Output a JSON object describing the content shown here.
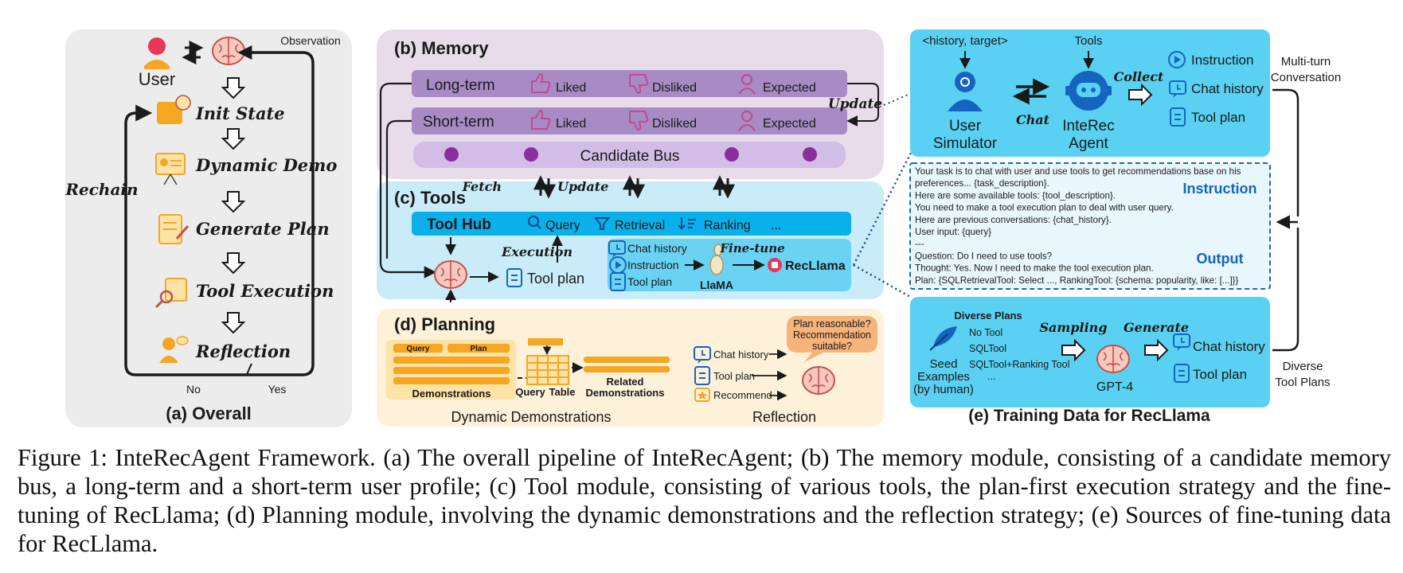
{
  "panel_a": {
    "title": "(a)  Overall",
    "user": "User",
    "observation": "Observation",
    "rechain": "Rechain",
    "steps": [
      "Init State",
      "Dynamic Demo",
      "Generate Plan",
      "Tool Execution",
      "Reflection"
    ],
    "no": "No",
    "yes": "Yes"
  },
  "panel_b": {
    "title": "(b) Memory",
    "long_term": "Long-term",
    "short_term": "Short-term",
    "liked": "Liked",
    "disliked": "Disliked",
    "expected": "Expected",
    "candidate_bus": "Candidate Bus",
    "update": "Update"
  },
  "panel_c": {
    "title": "(c) Tools",
    "fetch": "Fetch",
    "update": "Update",
    "tool_hub": "Tool Hub",
    "tools": [
      "Query",
      "Retrieval",
      "Ranking",
      "..."
    ],
    "execution": "Execution",
    "tool_plan": "Tool plan",
    "chat_history": "Chat history",
    "instruction": "Instruction",
    "tool_plan_small": "Tool plan",
    "finetune": "Fine-tune",
    "llama": "LlaMA",
    "recllama": "RecLlama"
  },
  "panel_d": {
    "title": "(d) Planning",
    "query_col": "Query",
    "plan_col": "Plan",
    "demonstrations": "Demonstrations",
    "query": "Query",
    "table": "Table",
    "related": "Related",
    "related2": "Demonstrations",
    "dynamic_demos": "Dynamic Demonstrations",
    "reflection": "Reflection",
    "plan_q1": "Plan reasonable?",
    "plan_q2": "Recommendation",
    "plan_q3": "suitable?",
    "inputs": [
      "Chat history",
      "Tool plan",
      "Recommend"
    ]
  },
  "panel_e": {
    "title": "(e) Training Data for RecLlama",
    "history_target": "<history, target>",
    "tools": "Tools",
    "collect": "Collect",
    "chat": "Chat",
    "user_sim1": "User",
    "user_sim2": "Simulator",
    "agent1": "InteRec",
    "agent2": "Agent",
    "outputs": [
      "Instruction",
      "Chat history",
      "Tool plan"
    ],
    "multi_turn1": "Multi-turn",
    "multi_turn2": "Conversation",
    "prompt_lines": [
      "Your task is to chat with user and use tools to get recommendations base on his",
      "preferences... {task_description}.",
      "Here are some available tools: {tool_description}.",
      "You need to make a tool execution plan to deal with user query.",
      "Here are previous conversations: {chat_history}.",
      "User input: {query}",
      "---",
      "Question: Do I need to use tools?",
      "Thought: Yes. Now I need to make the tool execution plan.",
      "Plan: {SQLRetrievalTool: Select ...,  RankingTool: {schema: popularity, like: [...]}}"
    ],
    "instruction_label": "Instruction",
    "output_label": "Output",
    "diverse_plans": "Diverse Plans",
    "plan_types": [
      "No Tool",
      "SQLTool",
      "SQLTool+Ranking Tool",
      "..."
    ],
    "seed1": "Seed",
    "seed2": "Examples",
    "seed3": "(by human)",
    "sampling": "Sampling",
    "generate": "Generate",
    "gpt4": "GPT-4",
    "gen_outputs": [
      "Chat history",
      "Tool plan"
    ],
    "diverse_tool_plans1": "Diverse",
    "diverse_tool_plans2": "Tool Plans"
  },
  "caption": "Figure 1: InteRecAgent Framework. (a) The overall pipeline of InteRecAgent; (b) The memory module, consisting of a candidate memory bus, a long-term and a short-term user profile; (c) Tool module, consisting of various tools, the plan-first execution strategy and the fine-tuning of RecLlama; (d) Planning module, involving the dynamic demonstrations and the reflection strategy; (e) Sources of fine-tuning data for RecLlama.",
  "colors": {
    "panel_gray": "#ececec",
    "memory_bg": "#e8dcea",
    "memory_row": "#a88bc4",
    "candidate_bus": "#d2bde6",
    "bus_dot": "#8b2e9c",
    "tools_bg": "#c9ecf8",
    "tool_hub": "#0ab0ea",
    "planning_bg": "#fdf1d9",
    "orange": "#f5a623",
    "training_blue": "#5ad1f2",
    "blue_text": "#1565c0"
  }
}
